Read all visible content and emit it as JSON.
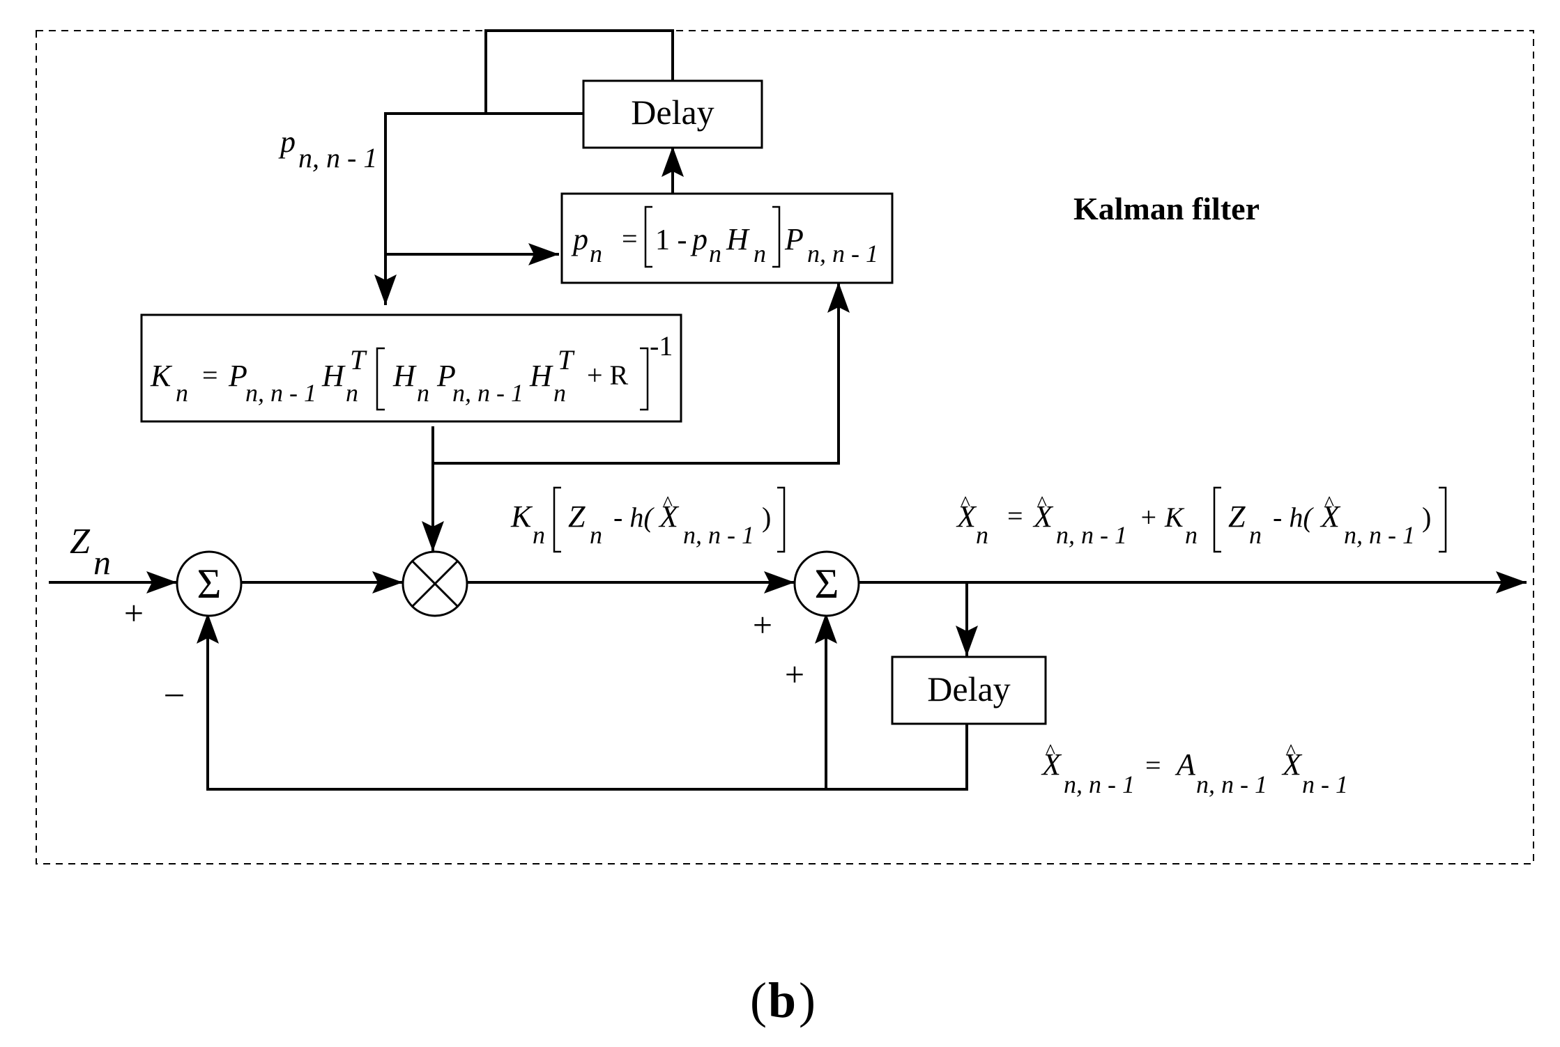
{
  "diagram": {
    "title": "Kalman filter",
    "caption": {
      "open": "(",
      "letter": "b",
      "close": ")"
    },
    "blocks": {
      "delay_top": "Delay",
      "delay_bottom": "Delay"
    },
    "symbols": {
      "sum": "Σ",
      "plus": "+",
      "minus": "–"
    },
    "math": {
      "p_prior": {
        "base": "p",
        "sub": "n, n - 1"
      },
      "input": {
        "base": "Z",
        "sub": "n"
      },
      "cov_update": {
        "lhs_base": "p",
        "lhs_sub": "n",
        "eq": "=",
        "one_minus": "1 -",
        "p": "p",
        "p_sub": "n",
        "H": "H",
        "H_sub": "n",
        "P": "P",
        "P_sub": "n, n - 1"
      },
      "gain": {
        "K": "K",
        "K_sub": "n",
        "eq": "=",
        "P": "P",
        "P_sub": "n, n - 1",
        "H": "H",
        "H_sub": "n",
        "T": "T",
        "H2": "H",
        "H2_sub": "n",
        "P2": "P",
        "P2_sub": "n, n - 1",
        "H3": "H",
        "H3_sub": "n",
        "T3": "T",
        "plusR": "+ R",
        "inv": "-1"
      },
      "innovation": {
        "K": "K",
        "K_sub": "n",
        "Z": "Z",
        "Z_sub": "n",
        "h": "- h(",
        "X": "X",
        "X_sub": "n, n - 1",
        "close": ")"
      },
      "state_update": {
        "X": "X",
        "X_sub": "n",
        "eq": "=",
        "X2": "X",
        "X2_sub": "n, n - 1",
        "plusK": "+ K",
        "K_sub": "n",
        "Z": "Z",
        "Z_sub": "n",
        "h": "- h(",
        "X3": "X",
        "X3_sub": "n, n - 1",
        "close": ")"
      },
      "prediction": {
        "X": "X",
        "X_sub": "n, n - 1",
        "eq": "=",
        "A": "A",
        "A_sub": "n, n - 1",
        "X2": "X",
        "X2_sub": "n - 1"
      }
    }
  }
}
